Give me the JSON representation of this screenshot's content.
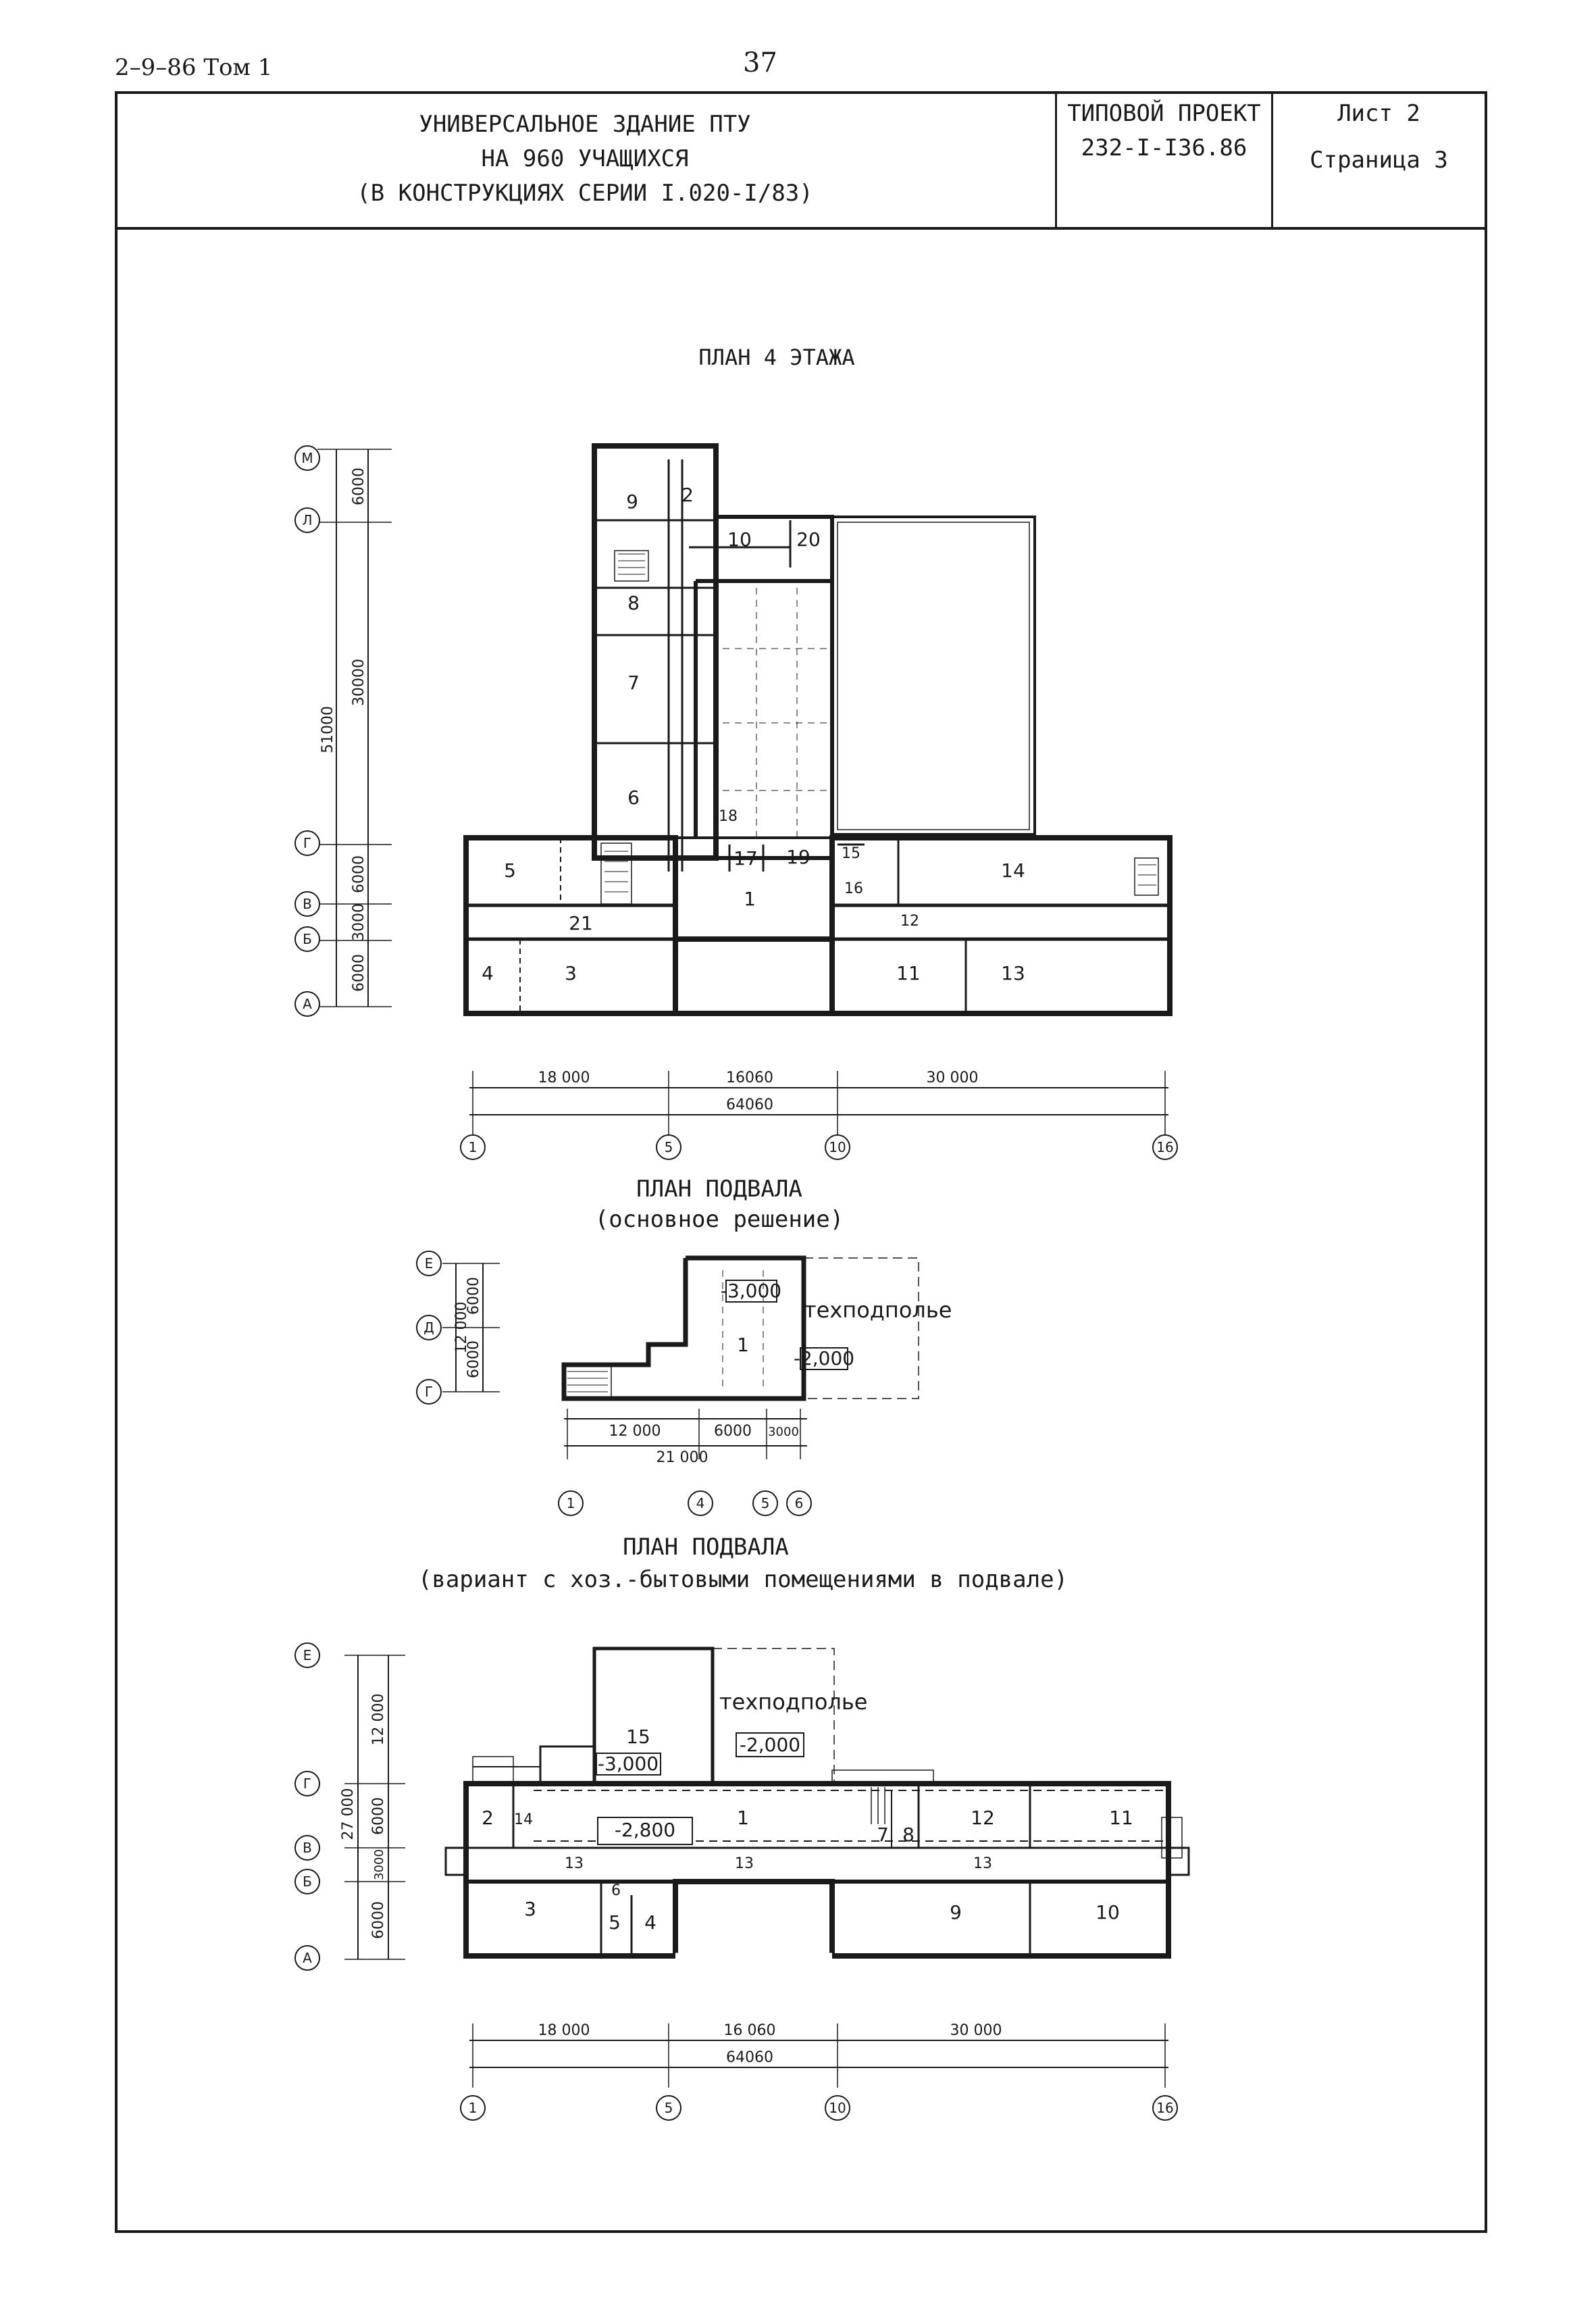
{
  "page": {
    "code": "2–9–86 Том 1",
    "number": "37"
  },
  "header": {
    "title_lines": [
      "УНИВЕРСАЛЬНОЕ ЗДАНИЕ ПТУ",
      "НА 960 УЧАЩИХСЯ",
      "(В КОНСТРУКЦИЯХ СЕРИИ I.020-I/83)"
    ],
    "project_label": "ТИПОВОЙ ПРОЕКТ",
    "project_number": "232-I-I36.86",
    "sheet": "Лист 2",
    "page": "Страница 3"
  },
  "plan4": {
    "title": "ПЛАН 4 ЭТАЖА",
    "axes_v": [
      "М",
      "Л",
      "Г",
      "В",
      "Б",
      "А"
    ],
    "dims_v": [
      "6000",
      "30000",
      "6000",
      "3000",
      "6000"
    ],
    "dim_total_v": "51000",
    "axes_h": [
      "1",
      "5",
      "10",
      "16"
    ],
    "dims_h": [
      "18 000",
      "16060",
      "30 000"
    ],
    "dim_total_h": "64060",
    "rooms": [
      "9",
      "2",
      "10",
      "20",
      "8",
      "7",
      "6",
      "18",
      "17",
      "19",
      "15",
      "16",
      "14",
      "5",
      "1",
      "21",
      "12",
      "4",
      "3",
      "11",
      "13"
    ]
  },
  "basement_main": {
    "title": "ПЛАН ПОДВАЛА",
    "subtitle": "(основное решение)",
    "axes_v": [
      "Е",
      "Д",
      "Г"
    ],
    "dims_v": [
      "6000",
      "6000"
    ],
    "dim_total_v": "12 000",
    "axes_h": [
      "1",
      "4",
      "5",
      "6"
    ],
    "dims_h": [
      "12 000",
      "6000",
      "3000"
    ],
    "dim_total_h": "21 000",
    "room": "1",
    "level_1": "-3,000",
    "level_2": "-2,000",
    "tech_label": "техподполье"
  },
  "basement_alt": {
    "title": "ПЛАН ПОДВАЛА",
    "subtitle": "(вариант с хоз.-бытовыми помещениями в подвале)",
    "axes_v": [
      "Е",
      "Г",
      "В",
      "Б",
      "А"
    ],
    "dims_v": [
      "12 000",
      "6000",
      "3000",
      "6000"
    ],
    "dim_total_v": "27 000",
    "axes_h": [
      "1",
      "5",
      "10",
      "16"
    ],
    "dims_h": [
      "18 000",
      "16 060",
      "30 000"
    ],
    "dim_total_h": "64060",
    "tech_label": "техподполье",
    "level_1": "-2,000",
    "level_2": "-3,000",
    "level_3": "-2,800",
    "rooms": [
      "15",
      "2",
      "14",
      "1",
      "7",
      "8",
      "12",
      "11",
      "13",
      "13",
      "13",
      "6",
      "3",
      "5",
      "4",
      "9",
      "10"
    ]
  }
}
